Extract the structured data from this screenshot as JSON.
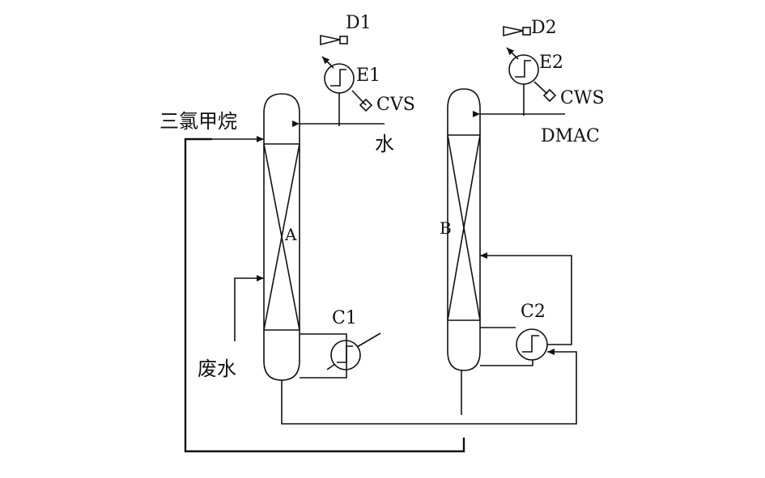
{
  "diagram": {
    "labels": {
      "d1": "D1",
      "d2": "D2",
      "e1": "E1",
      "e2": "E2",
      "cvs": "CVS",
      "cws": "CWS",
      "chloroform": "三氯甲烷",
      "water": "水",
      "dmac": "DMAC",
      "column_a": "A",
      "column_b": "B",
      "c1": "C1",
      "c2": "C2",
      "wastewater": "废水"
    },
    "colors": {
      "line": "#111111",
      "background": "#ffffff"
    }
  }
}
